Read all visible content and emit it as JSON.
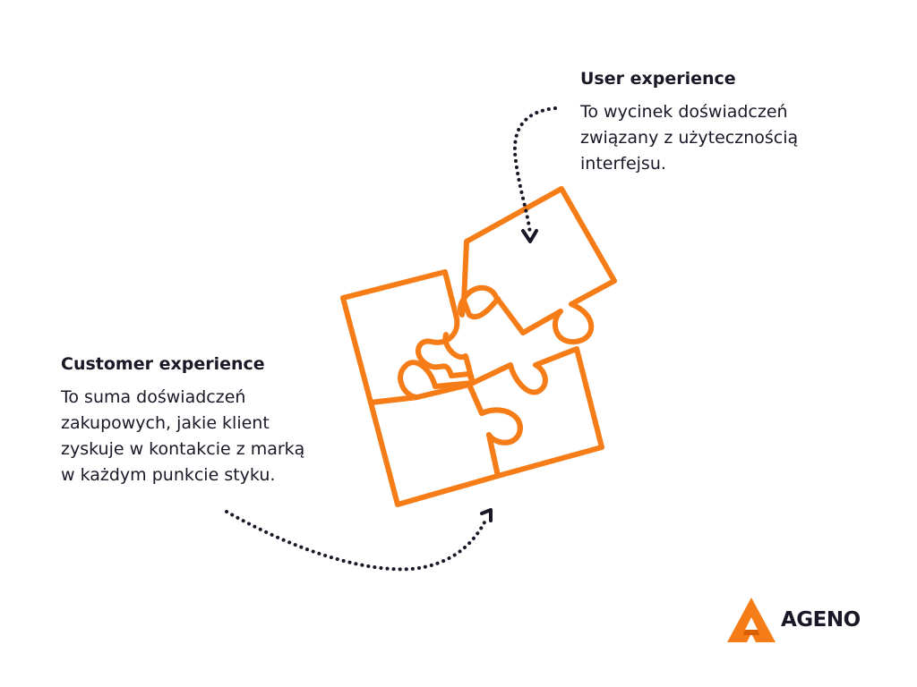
{
  "user_experience": {
    "title": "User experience",
    "text": "To wycinek doświadczeń\nzwiązany z użytecznością\ninterfejsu."
  },
  "customer_experience": {
    "title": "Customer experience",
    "text": "To suma doświadczeń\nzakupowych, jakie klient\nzyskuje w kontakcie z marką\nw każdym punkcie styku."
  },
  "logo": {
    "name": "AGENO",
    "icon": "ageno-logo-icon"
  },
  "colors": {
    "accent": "#f57c16",
    "text": "#1c1727",
    "background": "#ffffff"
  }
}
